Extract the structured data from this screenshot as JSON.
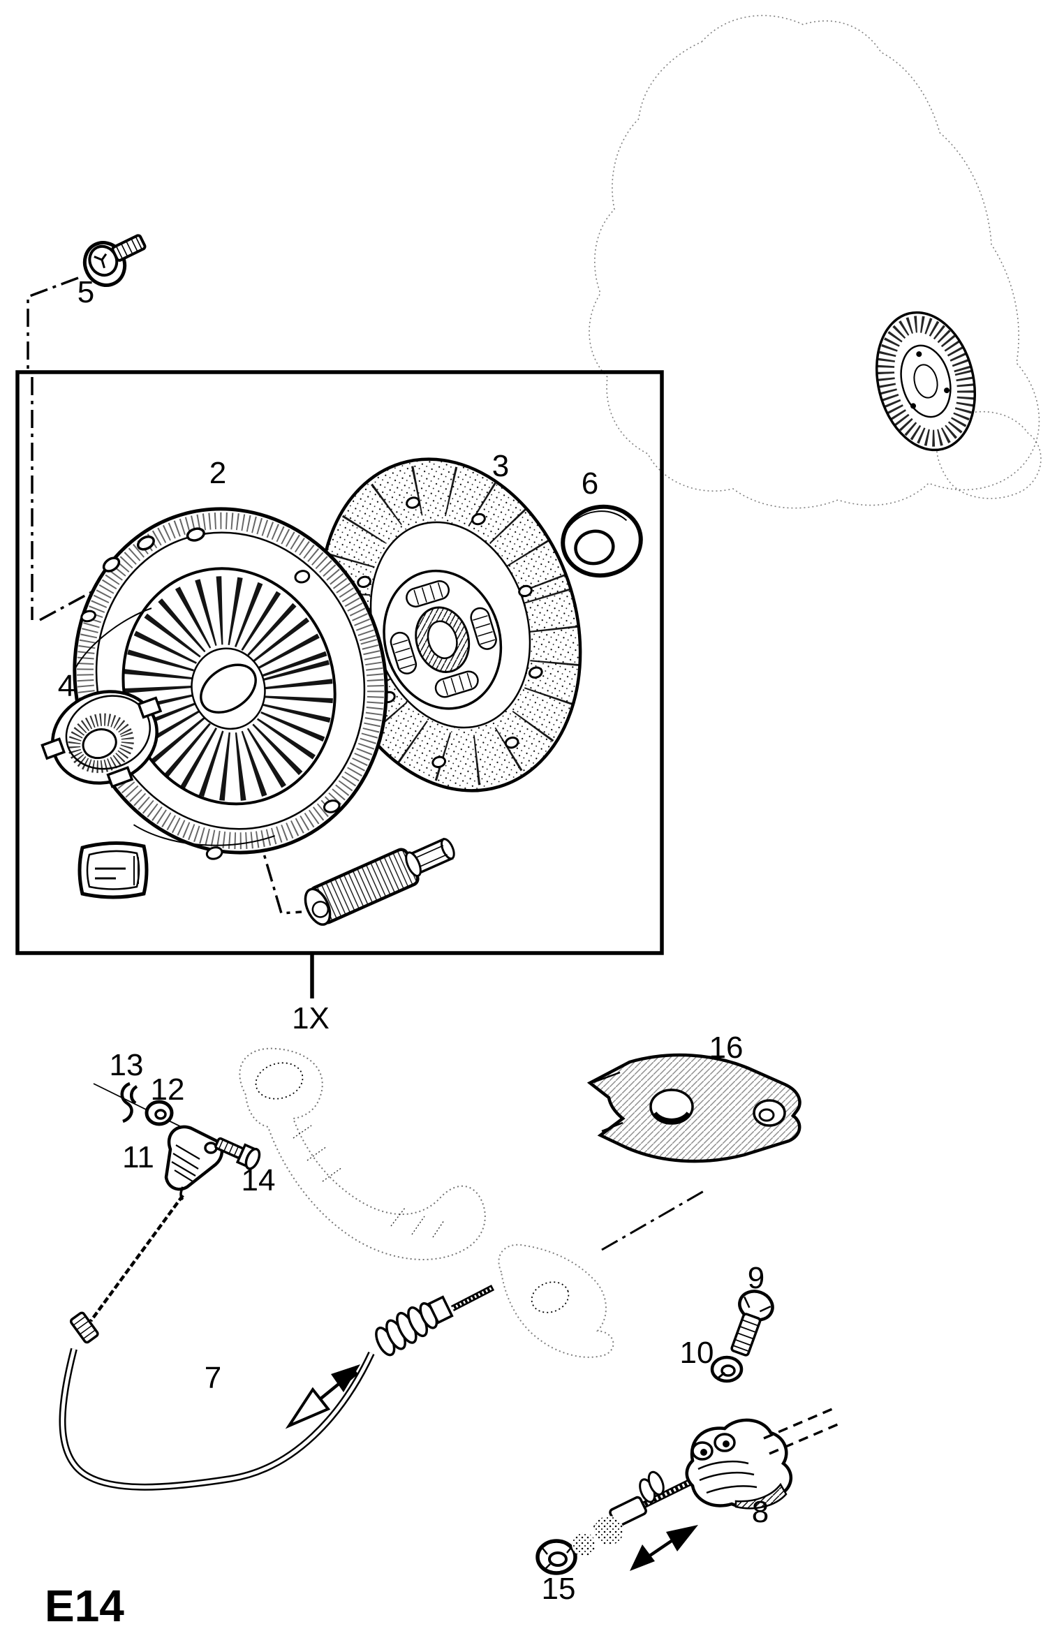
{
  "page": {
    "code": "E14"
  },
  "figure": {
    "kit_quantity_label": "1X"
  },
  "labels": {
    "pressure_plate": "2",
    "driven_plate": "3",
    "release_bearing": "4",
    "flywheel_bolt": "5",
    "ring": "6",
    "clutch_cable": "7",
    "cable_damper": "8",
    "fork_bolt": "9",
    "fork_washer": "10",
    "adjuster_bracket": "11",
    "washer": "12",
    "spring_clip": "13",
    "pedal_bolt": "14",
    "cable_nut": "15",
    "release_fork": "16"
  },
  "colors": {
    "ink": "#000000",
    "paper": "#ffffff"
  }
}
